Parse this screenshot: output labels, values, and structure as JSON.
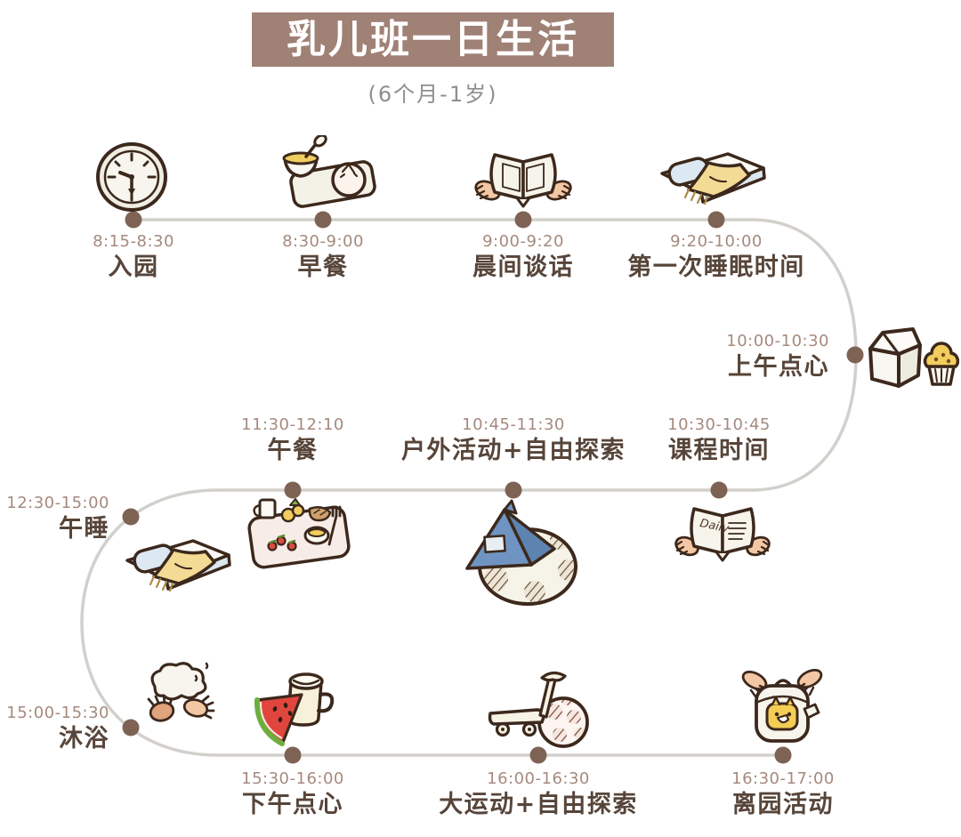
{
  "header": {
    "title": "乳儿班一日生活",
    "subtitle": "(6个月-1岁)"
  },
  "palette": {
    "title_bg": "#a08175",
    "title_text": "#ffffff",
    "subtitle_text": "#8e8e8e",
    "timeline_line": "#d3d0cc",
    "timeline_dot": "#7e6354",
    "time_text": "#a58a7e",
    "label_text": "#57453a"
  },
  "items": [
    {
      "time": "8:15-8:30",
      "label": "入园",
      "icon": "clock-icon"
    },
    {
      "time": "8:30-9:00",
      "label": "早餐",
      "icon": "breakfast-bowl-icon"
    },
    {
      "time": "9:00-9:20",
      "label": "晨间谈话",
      "icon": "open-book-hands-icon"
    },
    {
      "time": "9:20-10:00",
      "label": "第一次睡眠时间",
      "icon": "crib-bed-icon"
    },
    {
      "time": "10:00-10:30",
      "label": "上午点心",
      "icon": "milk-carton-muffin-icon"
    },
    {
      "time": "10:30-10:45",
      "label": "课程时间",
      "icon": "daily-newspaper-icon",
      "icon_text": "Daily"
    },
    {
      "time": "10:45-11:30",
      "label": "户外活动+自由探索",
      "icon": "tent-soccer-ball-icon"
    },
    {
      "time": "11:30-12:10",
      "label": "午餐",
      "icon": "lunch-tray-icon"
    },
    {
      "time": "12:30-15:00",
      "label": "午睡",
      "icon": "crib-bed-icon"
    },
    {
      "time": "15:00-15:30",
      "label": "沐浴",
      "icon": "bath-foam-hands-icon"
    },
    {
      "time": "15:30-16:00",
      "label": "下午点心",
      "icon": "watermelon-cup-icon"
    },
    {
      "time": "16:00-16:30",
      "label": "大运动+自由探索",
      "icon": "scooter-ball-icon"
    },
    {
      "time": "16:30-17:00",
      "label": "离园活动",
      "icon": "backpack-hands-icon"
    }
  ]
}
